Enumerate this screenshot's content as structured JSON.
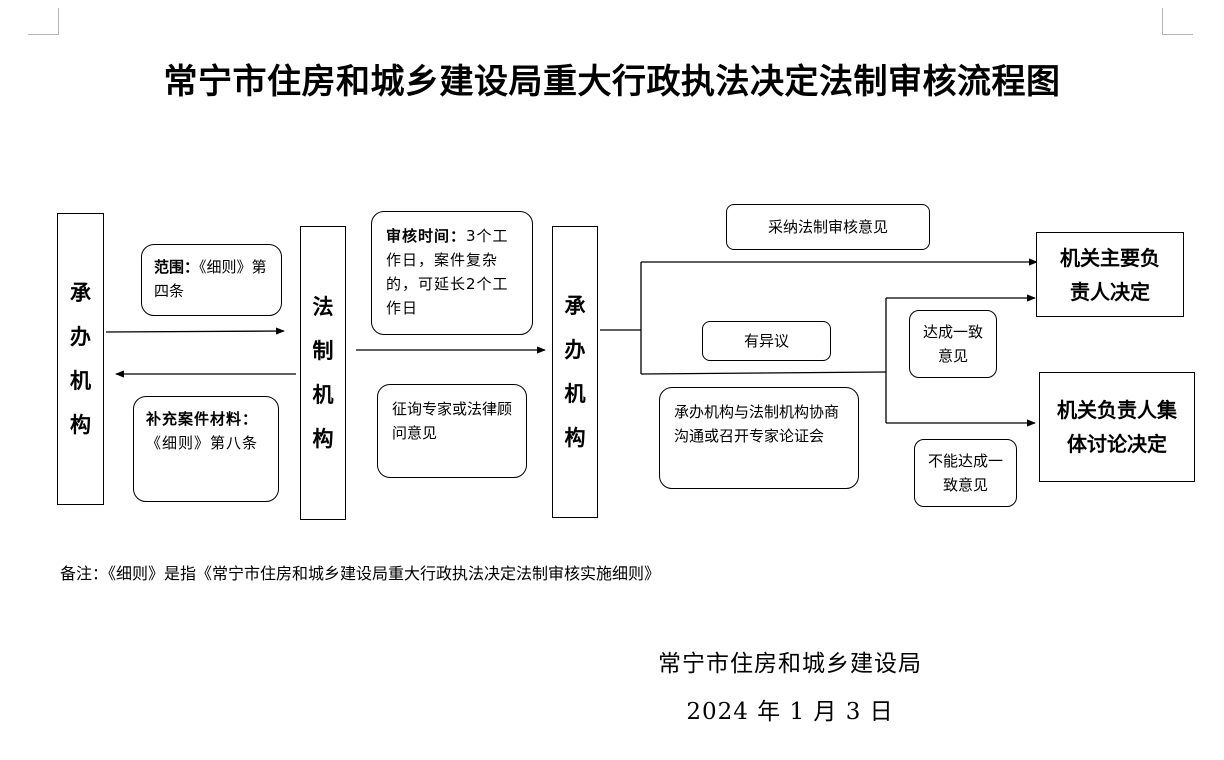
{
  "title": "常宁市住房和城乡建设局重大行政执法决定法制审核流程图",
  "columns": {
    "handler_left": [
      "承",
      "办",
      "机",
      "构"
    ],
    "legal": [
      "法",
      "制",
      "机",
      "构"
    ],
    "handler_right": [
      "承",
      "办",
      "机",
      "构"
    ]
  },
  "notes": {
    "scope_label": "范围：",
    "scope_text": "《细则》第四条",
    "supplement_label": "补充案件材料：",
    "supplement_text": "《细则》第八条",
    "review_label": "审核时间：",
    "review_text": "3个工作日，案件复杂的，可延长2个工作日",
    "consult": "征询专家或法律顾问意见",
    "adopt": "采纳法制审核意见",
    "objection": "有异议",
    "negotiate": "承办机构与法制机构协商沟通或召开专家论证会",
    "agree": "达成一致意见",
    "disagree": "不能达成一致意见"
  },
  "results": {
    "principal": "机关主要负责人决定",
    "collective": "机关负责人集体讨论决定"
  },
  "remark": "备注：《细则》是指《常宁市住房和城乡建设局重大行政执法决定法制审核实施细则》",
  "signature": {
    "org": "常宁市住房和城乡建设局",
    "date": "2024 年 1 月 3 日"
  }
}
